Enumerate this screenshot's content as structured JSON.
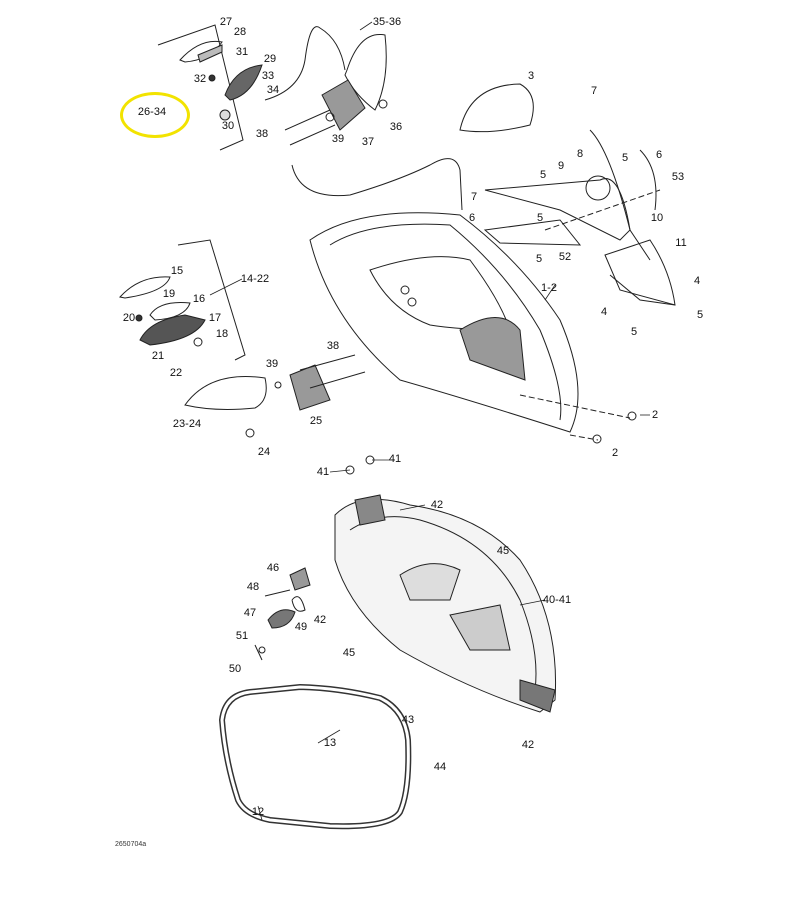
{
  "diagram_code": "2650704a",
  "highlight_color": "#f2e300",
  "callouts": [
    "27",
    "28",
    "31",
    "29",
    "32",
    "33",
    "34",
    "26-34",
    "30",
    "35-36",
    "3",
    "38",
    "39",
    "37",
    "36",
    "7",
    "8",
    "9",
    "5",
    "5",
    "6",
    "53",
    "7",
    "6",
    "5",
    "10",
    "11",
    "52",
    "5",
    "4",
    "4",
    "5",
    "5",
    "1-2",
    "14-22",
    "15",
    "19",
    "16",
    "20",
    "17",
    "18",
    "21",
    "22",
    "39",
    "38",
    "25",
    "23-24",
    "24",
    "2",
    "2",
    "41",
    "41",
    "42",
    "45",
    "46",
    "48",
    "42",
    "49",
    "47",
    "40-41",
    "51",
    "45",
    "50",
    "43",
    "42",
    "13",
    "44",
    "12"
  ]
}
